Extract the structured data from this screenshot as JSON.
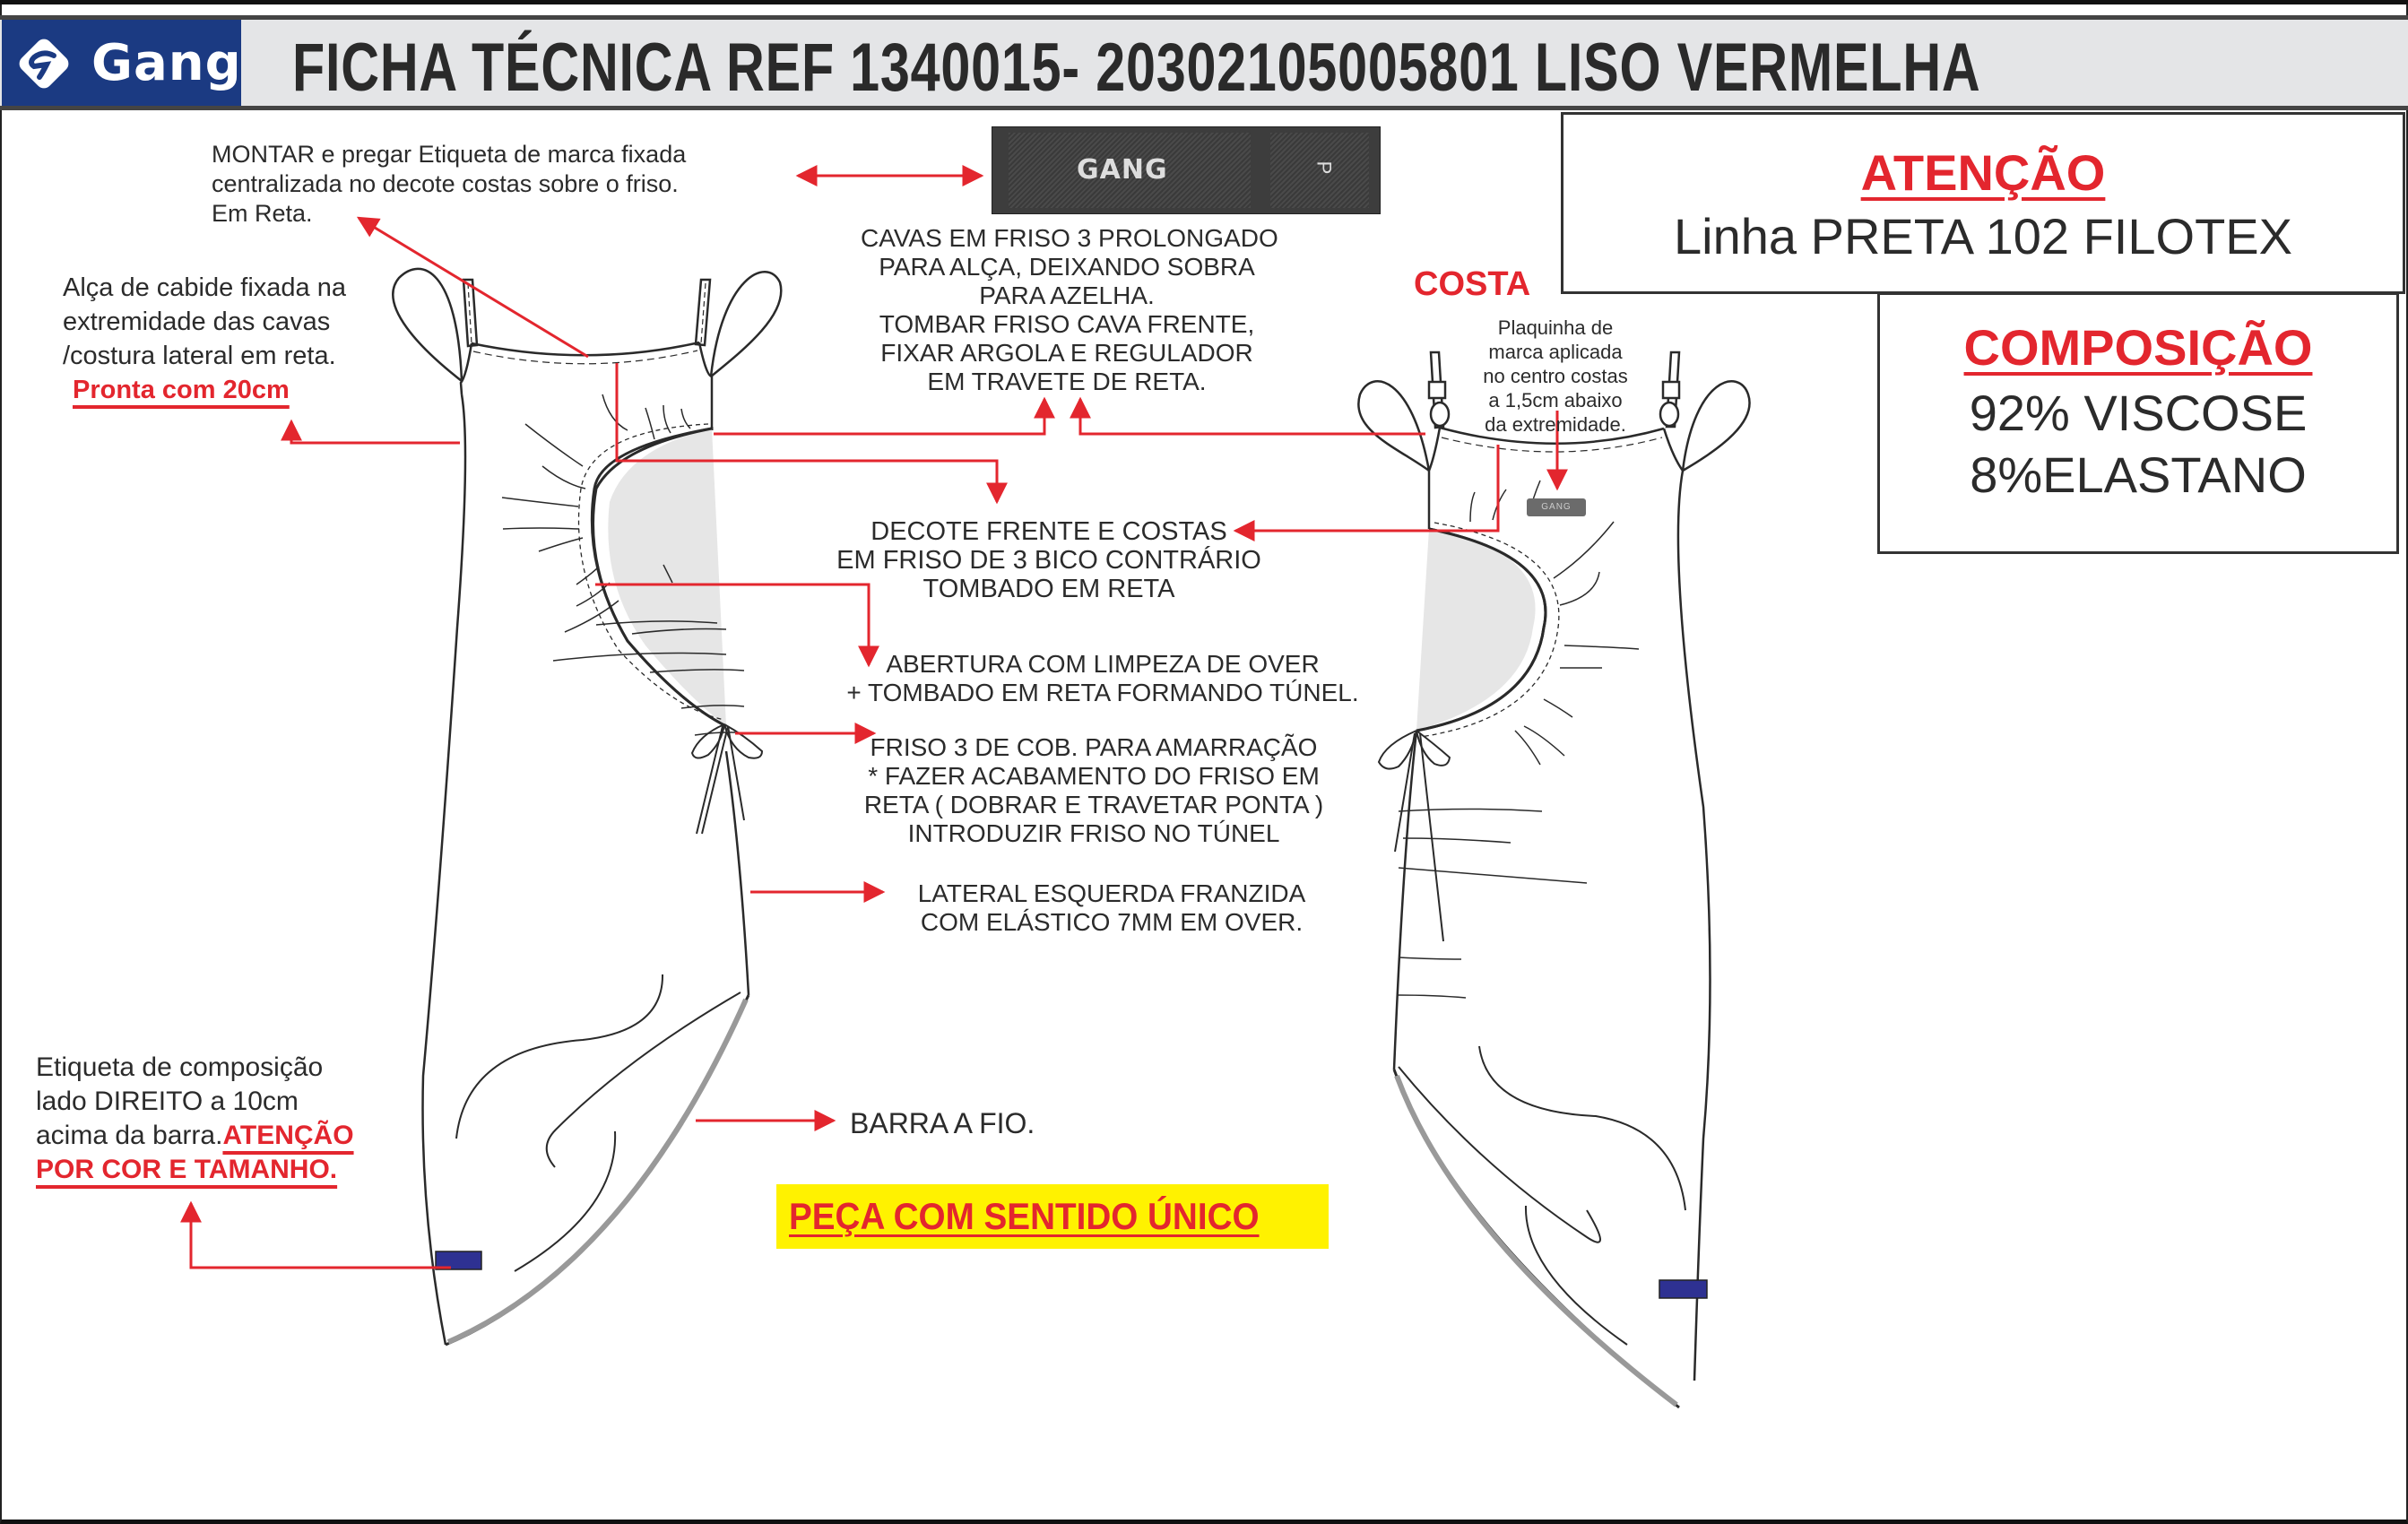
{
  "header": {
    "logo_text": "Gang",
    "title": "FICHA TÉCNICA REF 1340015- 20302105005801 LISO VERMELHA"
  },
  "brand_label_photo": {
    "brand": "GANG",
    "size": "P"
  },
  "attention_box": {
    "title": "ATENÇÃO",
    "line": "Linha PRETA 102 FILOTEX"
  },
  "composition_box": {
    "title": "COMPOSIÇÃO",
    "lines": [
      "92% VISCOSE",
      "8%ELASTANO"
    ]
  },
  "view_labels": {
    "back": "COSTA"
  },
  "notes": {
    "brand_label": [
      "MONTAR e pregar Etiqueta de marca fixada",
      "centralizada no decote costas sobre o friso.",
      "Em Reta."
    ],
    "hanger_loop": [
      "Alça de cabide fixada na",
      "extremidade das cavas",
      "/costura lateral em reta."
    ],
    "hanger_loop_highlight": "Pronta com 20cm",
    "armholes": [
      "CAVAS EM FRISO 3 PROLONGADO",
      "PARA ALÇA, DEIXANDO SOBRA",
      "PARA AZELHA.",
      "TOMBAR FRISO CAVA FRENTE,",
      "FIXAR ARGOLA E REGULADOR",
      "EM TRAVETE DE RETA."
    ],
    "back_plate": [
      "Plaquinha de",
      "marca aplicada",
      "no centro costas",
      "a 1,5cm abaixo",
      "da extremidade."
    ],
    "plate_text": "GANG",
    "neckline": [
      "DECOTE FRENTE E COSTAS",
      "EM FRISO DE 3 BICO CONTRÁRIO",
      "TOMBADO EM RETA"
    ],
    "opening": [
      "ABERTURA COM LIMPEZA DE OVER",
      "+ TOMBADO EM RETA FORMANDO TÚNEL."
    ],
    "tie": [
      "FRISO 3 DE COB. PARA AMARRAÇÃO",
      "* FAZER ACABAMENTO DO FRISO EM",
      "RETA ( DOBRAR E TRAVETAR PONTA )",
      "INTRODUZIR FRISO NO TÚNEL"
    ],
    "side": [
      "LATERAL ESQUERDA FRANZIDA",
      "COM ELÁSTICO 7MM EM OVER."
    ],
    "care_label": [
      "Etiqueta de composição",
      "lado DIREITO a 10cm",
      "acima da barra."
    ],
    "care_label_highlight": [
      "ATENÇÃO",
      "POR COR E TAMANHO."
    ],
    "hem": "BARRA A FIO.",
    "one_way": "PEÇA COM SENTIDO ÚNICO"
  },
  "colors": {
    "brand_blue": "#1b3a82",
    "annotation_red": "#e3262e",
    "highlight_yellow": "#fff200",
    "care_label_blue": "#2e3192",
    "header_gray": "#e4e5e7"
  }
}
